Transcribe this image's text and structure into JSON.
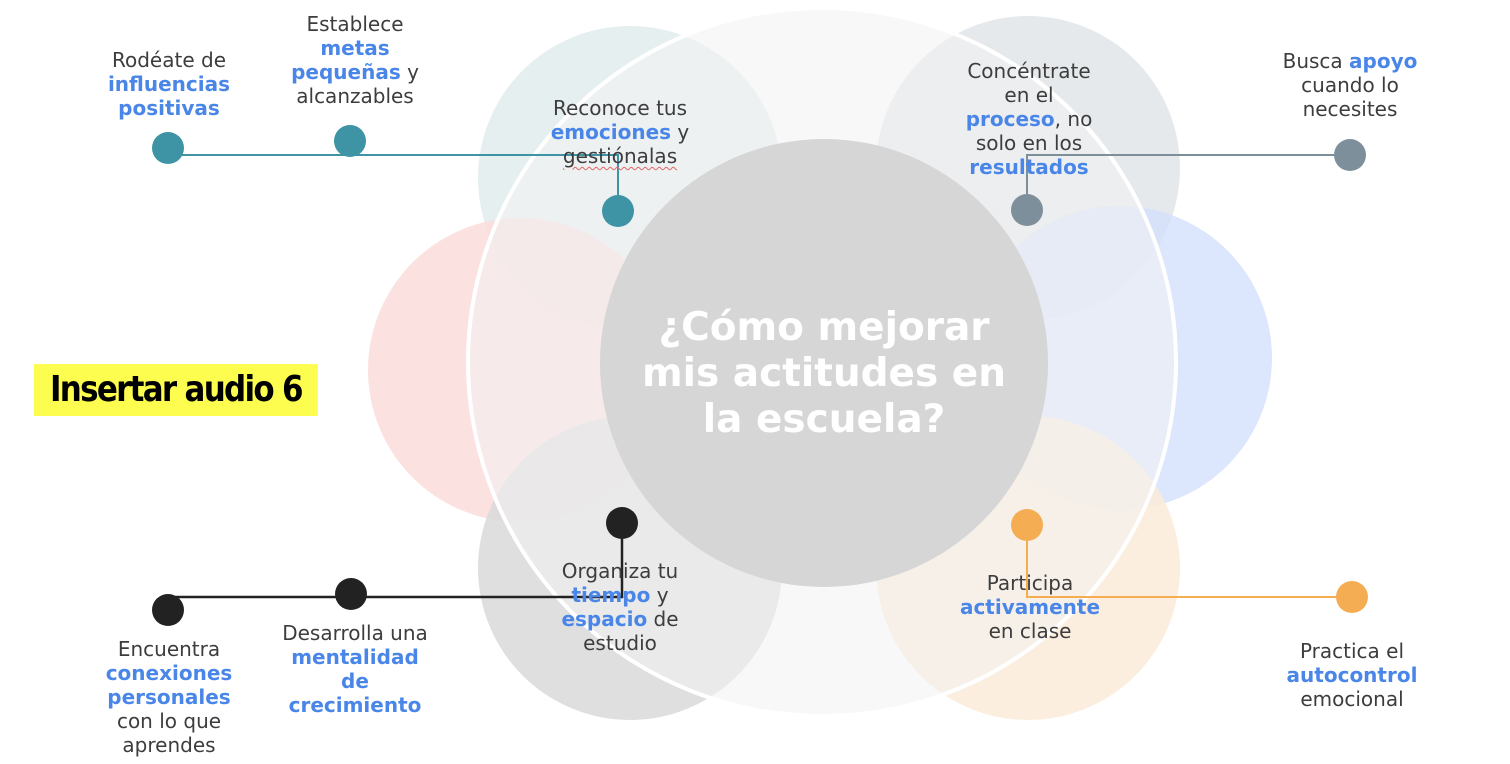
{
  "colors": {
    "teal": "#3e94a4",
    "slate": "#7e8f9c",
    "dark": "#222222",
    "orange": "#f4ad52",
    "accent_blue": "#4a86e8",
    "center_circle": "#d6d6d6",
    "highlight_yellow": "#fdfd4f"
  },
  "title": "¿Cómo mejorar mis actitudes en la escuela?",
  "title_lines": [
    "¿Cómo mejorar",
    "mis actitudes en",
    "la escuela?"
  ],
  "audio_note": "Insertar audio 6",
  "items": [
    {
      "id": "influencias",
      "color": "teal",
      "lines": [
        [
          {
            "t": "Rodéate de"
          }
        ],
        [
          {
            "t": "influencias",
            "b": true
          }
        ],
        [
          {
            "t": "positivas",
            "b": true
          }
        ]
      ]
    },
    {
      "id": "metas",
      "color": "teal",
      "lines": [
        [
          {
            "t": "Establece"
          }
        ],
        [
          {
            "t": "metas",
            "b": true
          }
        ],
        [
          {
            "t": "pequeñas",
            "b": true
          },
          {
            "t": " y"
          }
        ],
        [
          {
            "t": "alcanzables"
          }
        ]
      ]
    },
    {
      "id": "emociones",
      "color": "teal",
      "lines": [
        [
          {
            "t": "Reconoce tus"
          }
        ],
        [
          {
            "t": "emociones",
            "b": true
          },
          {
            "t": " y"
          }
        ],
        [
          {
            "t": "gestiónalas",
            "s": true
          }
        ]
      ]
    },
    {
      "id": "proceso",
      "color": "slate",
      "lines": [
        [
          {
            "t": "Concéntrate"
          }
        ],
        [
          {
            "t": "en el"
          }
        ],
        [
          {
            "t": "proceso",
            "b": true
          },
          {
            "t": ", no"
          }
        ],
        [
          {
            "t": "solo en los"
          }
        ],
        [
          {
            "t": "resultados",
            "b": true
          }
        ]
      ]
    },
    {
      "id": "apoyo",
      "color": "slate",
      "lines": [
        [
          {
            "t": "Busca "
          },
          {
            "t": "apoyo",
            "b": true
          }
        ],
        [
          {
            "t": "cuando lo"
          }
        ],
        [
          {
            "t": "necesites"
          }
        ]
      ]
    },
    {
      "id": "tiempo",
      "color": "dark",
      "lines": [
        [
          {
            "t": "Organiza tu"
          }
        ],
        [
          {
            "t": "tiempo",
            "b": true
          },
          {
            "t": " y"
          }
        ],
        [
          {
            "t": "espacio",
            "b": true
          },
          {
            "t": " de"
          }
        ],
        [
          {
            "t": "estudio"
          }
        ]
      ]
    },
    {
      "id": "mentalidad",
      "color": "dark",
      "lines": [
        [
          {
            "t": "Desarrolla una"
          }
        ],
        [
          {
            "t": "mentalidad",
            "b": true
          }
        ],
        [
          {
            "t": "de",
            "b": true
          }
        ],
        [
          {
            "t": "crecimiento",
            "b": true
          }
        ]
      ]
    },
    {
      "id": "conexiones",
      "color": "dark",
      "lines": [
        [
          {
            "t": "Encuentra"
          }
        ],
        [
          {
            "t": "conexiones",
            "b": true
          }
        ],
        [
          {
            "t": "personales",
            "b": true
          }
        ],
        [
          {
            "t": "con lo que"
          }
        ],
        [
          {
            "t": "aprendes"
          }
        ]
      ]
    },
    {
      "id": "activamente",
      "color": "orange",
      "lines": [
        [
          {
            "t": "Participa"
          }
        ],
        [
          {
            "t": "activamente",
            "b": true
          }
        ],
        [
          {
            "t": "en clase"
          }
        ]
      ]
    },
    {
      "id": "autocontrol",
      "color": "orange",
      "lines": [
        [
          {
            "t": "Practica el"
          }
        ],
        [
          {
            "t": "autocontrol",
            "b": true
          }
        ],
        [
          {
            "t": "emocional"
          }
        ]
      ]
    }
  ]
}
